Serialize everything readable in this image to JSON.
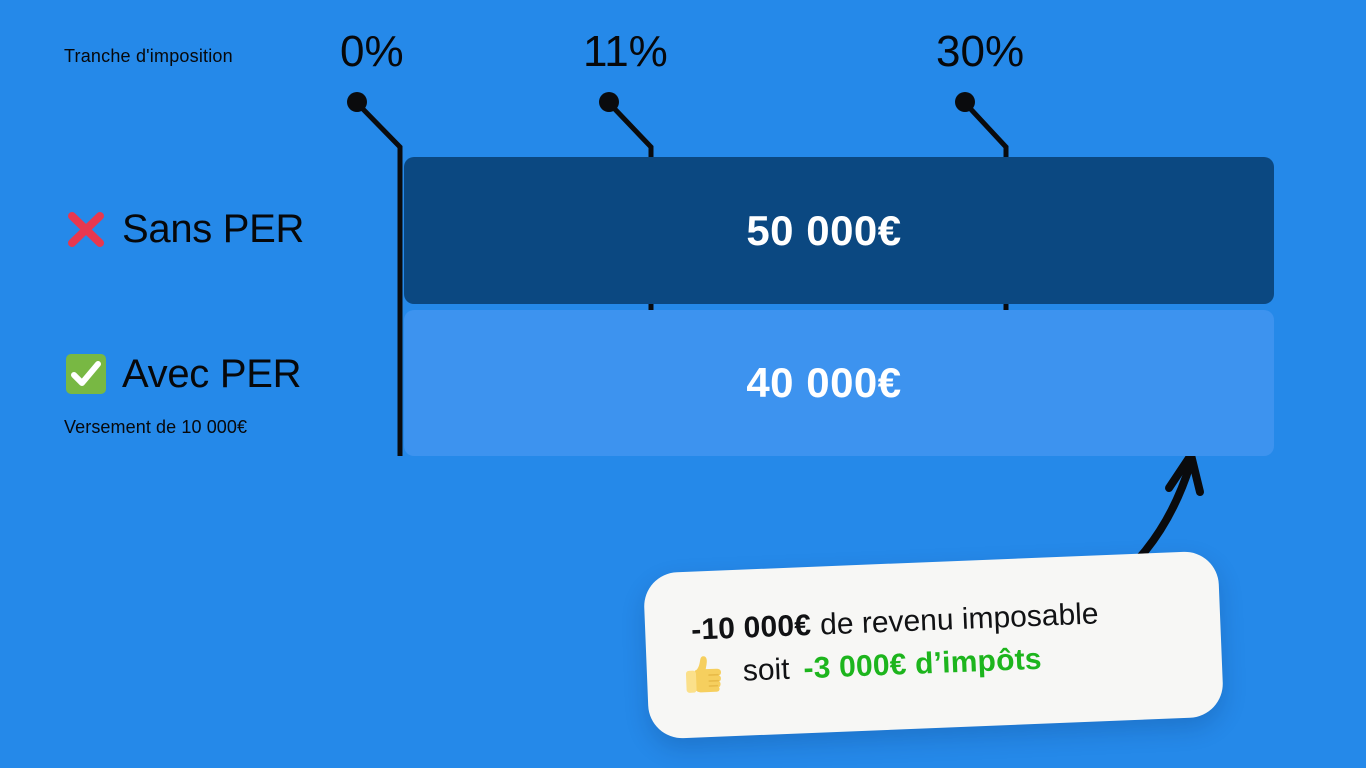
{
  "background_color": "#2589e9",
  "legend": {
    "bracket_caption": "Tranche d'imposition",
    "brackets": [
      {
        "label": "0%",
        "name": "bracket-0"
      },
      {
        "label": "11%",
        "name": "bracket-11"
      },
      {
        "label": "30%",
        "name": "bracket-30"
      }
    ]
  },
  "rows": [
    {
      "icon": "cross-mark-icon",
      "label": "Sans PER",
      "value": "50 000€",
      "sublabel": "",
      "bar_color": "#0b4881"
    },
    {
      "icon": "check-mark-button-icon",
      "label": "Avec PER",
      "value": "40 000€",
      "sublabel": "Versement de 10 000€",
      "bar_color": "#3d93ef"
    }
  ],
  "callout": {
    "icon": "thumbs-up-icon",
    "line1_amount": "-10 000€",
    "line1_text": "de revenu imposable",
    "line2_text": "soit",
    "line2_amount": "-3 000€ d’impôts",
    "highlight_color": "#1db51d"
  },
  "chart_data": {
    "type": "bar",
    "title": "",
    "categories": [
      "Sans PER",
      "Avec PER"
    ],
    "values": [
      50000,
      40000
    ],
    "value_labels": [
      "50 000€",
      "40 000€"
    ],
    "unit": "€",
    "orientation": "horizontal",
    "xlabel": "Tranche d'imposition",
    "ylabel": "",
    "bracket_ticks": [
      "0%",
      "11%",
      "30%"
    ],
    "bracket_tick_values": [
      0,
      11,
      30
    ],
    "series_colors": [
      "#0b4881",
      "#3d93ef"
    ],
    "grid": false,
    "legend": "none",
    "annotation": "-10 000€ de revenu imposable soit -3 000€ d’impôts"
  }
}
